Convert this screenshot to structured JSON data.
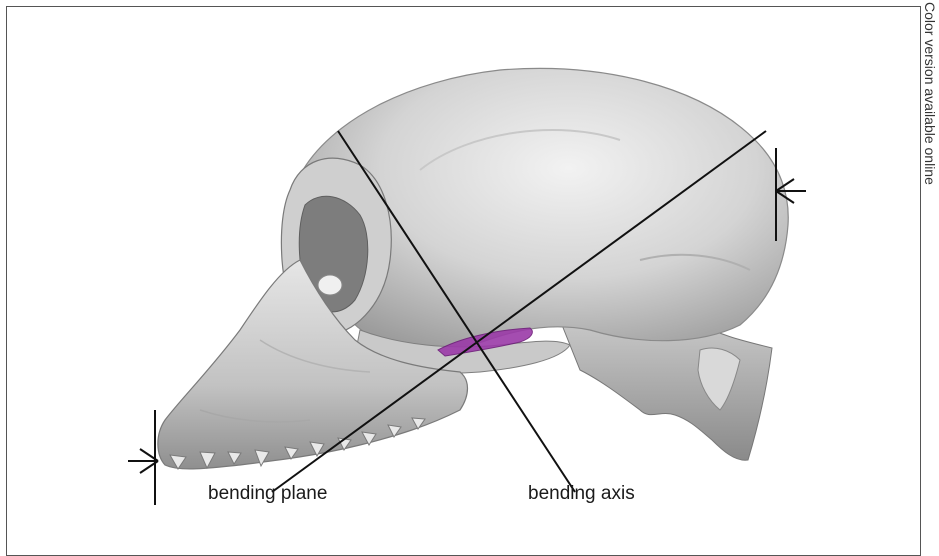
{
  "side_note": "Color version available online",
  "labels": {
    "bending_plane": "bending plane",
    "bending_axis": "bending axis"
  },
  "colors": {
    "skull_light": "#e8e8e8",
    "skull_mid": "#bdbdbd",
    "skull_dark": "#8a8a8a",
    "highlight": "#9b3aa8",
    "line": "#111111"
  }
}
